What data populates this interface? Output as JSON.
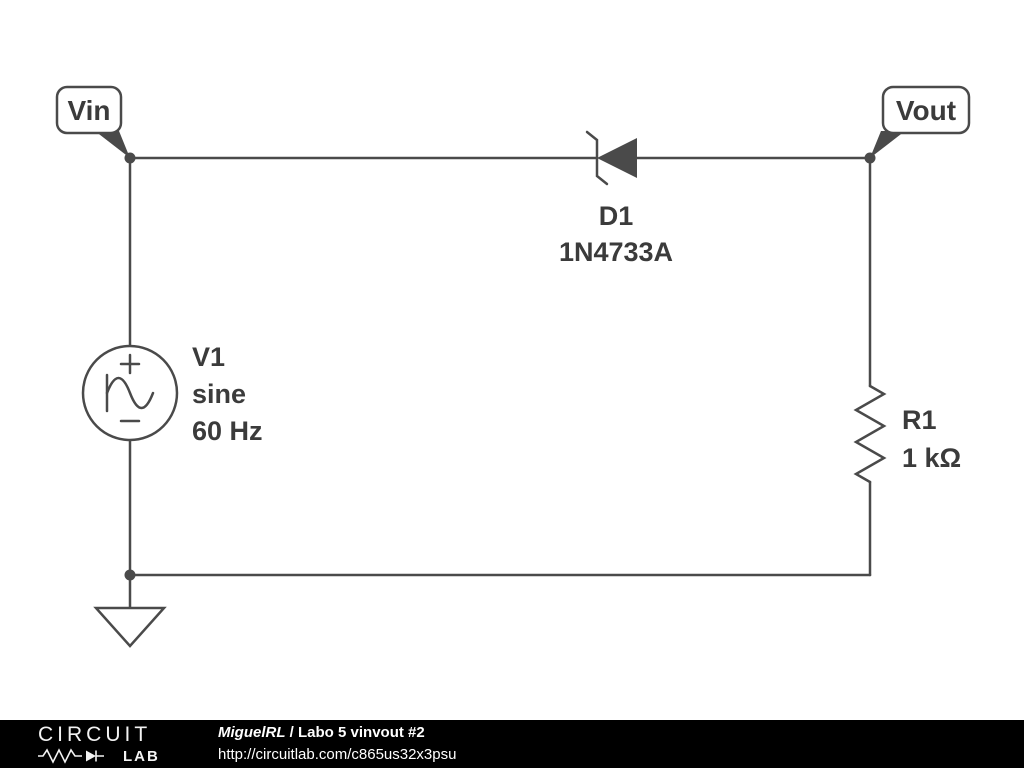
{
  "colors": {
    "wire": "#4a4a4a",
    "text": "#3b3b3b",
    "background": "#ffffff",
    "footer_bg": "#000000",
    "footer_text": "#ffffff"
  },
  "nodes": {
    "vin": {
      "label": "Vin"
    },
    "vout": {
      "label": "Vout"
    }
  },
  "components": {
    "d1": {
      "type": "zener-diode",
      "designator": "D1",
      "value": "1N4733A"
    },
    "v1": {
      "type": "voltage-source",
      "designator": "V1",
      "waveform": "sine",
      "frequency": "60 Hz"
    },
    "r1": {
      "type": "resistor",
      "designator": "R1",
      "value": "1 kΩ"
    }
  },
  "footer": {
    "brand_top": "CIRCUIT",
    "brand_lab": "LAB",
    "author": "MiguelRL",
    "separator": " / ",
    "title": "Labo 5 vinvout #2",
    "url": "http://circuitlab.com/c865us32x3psu"
  }
}
